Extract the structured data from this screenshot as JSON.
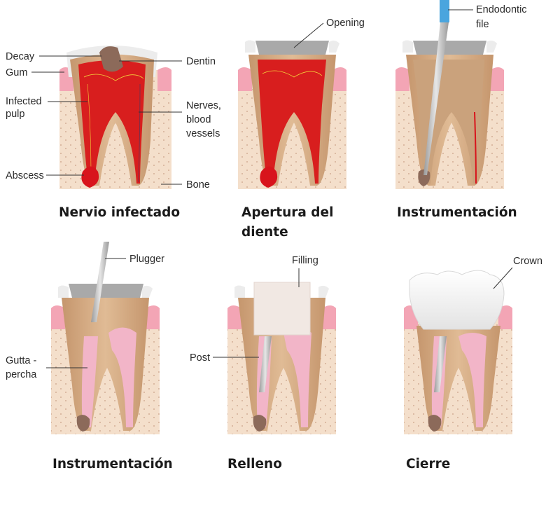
{
  "panels": [
    {
      "title": [
        "Nervio infectado"
      ],
      "labels": {
        "decay": "Decay",
        "gum": "Gum",
        "infected": [
          "Infected",
          "pulp"
        ],
        "abscess": "Abscess",
        "dentin": "Dentin",
        "nerves": [
          "Nerves,",
          "blood",
          "vessels"
        ],
        "bone": "Bone"
      }
    },
    {
      "title": [
        "Apertura del",
        "diente"
      ],
      "labels": {
        "opening": "Opening"
      }
    },
    {
      "title": [
        "Instrumentación"
      ],
      "labels": {
        "file": [
          "Endodontic",
          "file"
        ]
      }
    },
    {
      "title": [
        "Instrumentación"
      ],
      "labels": {
        "plugger": "Plugger",
        "gutta": [
          "Gutta -",
          "percha"
        ]
      }
    },
    {
      "title": [
        "Relleno"
      ],
      "labels": {
        "filling": "Filling",
        "post": "Post"
      }
    },
    {
      "title": [
        "Cierre"
      ],
      "labels": {
        "crown": "Crown"
      }
    }
  ],
  "colors": {
    "bone": "#f4dfcb",
    "gum": "#f3a5b5",
    "enamel": "#ececec",
    "dentin": "#d5aa83",
    "pulp_infected": "#d81e1e",
    "pulp_clean": "#caa27c",
    "gutta": "#f2b5c8",
    "metal": "#bdbdbd",
    "filling": "#f1e8e3",
    "crown": "#f7f7f7",
    "abscess": "#d8141c"
  }
}
